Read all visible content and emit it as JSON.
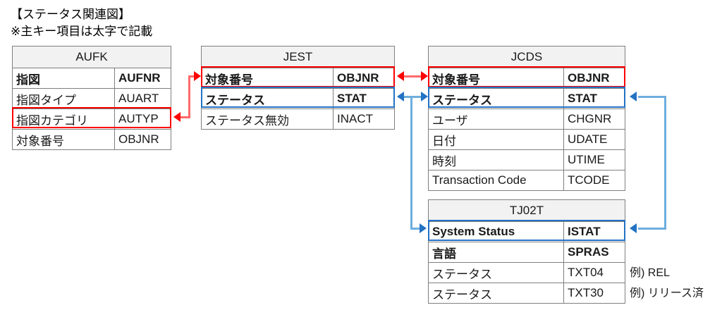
{
  "heading": {
    "title": "【ステータス関連図】",
    "note": "※主キー項目は太字で記載"
  },
  "colors": {
    "key_link_red": "#FF0000",
    "status_link_blue": "#2372C4",
    "line_red": "#FF6A6A",
    "line_blue": "#6EAEDE",
    "table_border": "#7F7F7F",
    "caption_bg": "#F2F2F2"
  },
  "tables": [
    {
      "id": "aufk",
      "caption": "AUFK",
      "rows": [
        {
          "label": "指図",
          "field": "AUFNR",
          "key": true,
          "highlight": "none"
        },
        {
          "label": "指図タイプ",
          "field": "AUART",
          "key": false,
          "highlight": "none"
        },
        {
          "label": "指図カテゴリ",
          "field": "AUTYP",
          "key": false,
          "highlight": "none"
        },
        {
          "label": "対象番号",
          "field": "OBJNR",
          "key": false,
          "highlight": "red"
        }
      ]
    },
    {
      "id": "jest",
      "caption": "JEST",
      "rows": [
        {
          "label": "対象番号",
          "field": "OBJNR",
          "key": true,
          "highlight": "red"
        },
        {
          "label": "ステータス",
          "field": "STAT",
          "key": true,
          "highlight": "blue"
        },
        {
          "label": "ステータス無効",
          "field": "INACT",
          "key": false,
          "highlight": "none"
        }
      ]
    },
    {
      "id": "jcds",
      "caption": "JCDS",
      "rows": [
        {
          "label": "対象番号",
          "field": "OBJNR",
          "key": true,
          "highlight": "red"
        },
        {
          "label": "ステータス",
          "field": "STAT",
          "key": true,
          "highlight": "blue"
        },
        {
          "label": "ユーザ",
          "field": "CHGNR",
          "key": false,
          "highlight": "none"
        },
        {
          "label": "日付",
          "field": "UDATE",
          "key": false,
          "highlight": "none"
        },
        {
          "label": "時刻",
          "field": "UTIME",
          "key": false,
          "highlight": "none"
        },
        {
          "label": "Transaction Code",
          "field": "TCODE",
          "key": false,
          "highlight": "none"
        }
      ]
    },
    {
      "id": "tj02t",
      "caption": "TJ02T",
      "rows": [
        {
          "label": "System Status",
          "field": "ISTAT",
          "key": true,
          "highlight": "blue"
        },
        {
          "label": "言語",
          "field": "SPRAS",
          "key": true,
          "highlight": "none"
        },
        {
          "label": "ステータス",
          "field": "TXT04",
          "key": false,
          "highlight": "none"
        },
        {
          "label": "ステータス",
          "field": "TXT30",
          "key": false,
          "highlight": "none"
        }
      ]
    }
  ],
  "side_notes": [
    {
      "id": "txt04-example",
      "text": "例) REL"
    },
    {
      "id": "txt30-example",
      "text": "例) リリース済"
    }
  ],
  "connectors": [
    {
      "id": "aufk-objnr-to-jest-objnr",
      "color": "red",
      "from": "AUFK.OBJNR",
      "to": "JEST.OBJNR",
      "arrows": "both"
    },
    {
      "id": "jest-objnr-to-jcds-objnr",
      "color": "red",
      "from": "JEST.OBJNR",
      "to": "JCDS.OBJNR",
      "arrows": "both"
    },
    {
      "id": "jest-stat-to-jcds-stat",
      "color": "blue",
      "from": "JEST.STAT",
      "to": "JCDS.STAT",
      "arrows": "both"
    },
    {
      "id": "stat-to-tj02t-istat",
      "color": "blue",
      "from": "JEST.STAT",
      "to": "TJ02T.ISTAT",
      "arrows": "to"
    },
    {
      "id": "jcds-stat-to-tj02t-istat",
      "color": "blue",
      "from": "JCDS.STAT",
      "to": "TJ02T.ISTAT",
      "arrows": "both"
    }
  ]
}
